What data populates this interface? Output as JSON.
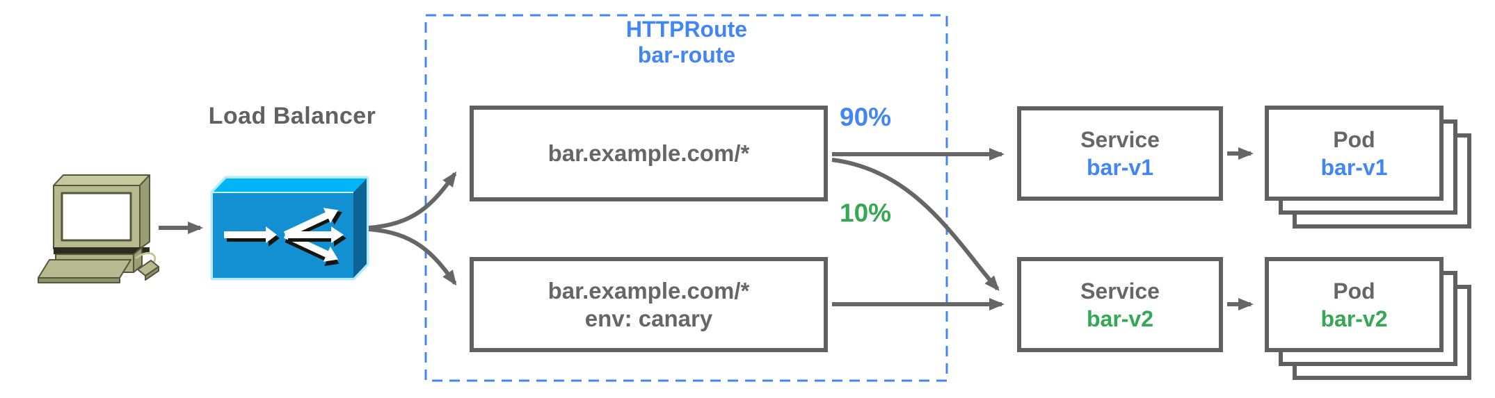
{
  "diagram_title_hint": "HTTPRoute traffic splitting",
  "client": {
    "icon": "desktop-computer-icon"
  },
  "load_balancer": {
    "label": "Load Balancer",
    "icon": "load-balancer-split-arrows-icon"
  },
  "httproute": {
    "kind": "HTTPRoute",
    "name": "bar-route",
    "match_primary": "bar.example.com/*",
    "match_canary_line1": "bar.example.com/*",
    "match_canary_line2": "env: canary",
    "weight_to_v1": "90%",
    "weight_to_v2": "10%"
  },
  "services": [
    {
      "kind": "Service",
      "name": "bar-v1"
    },
    {
      "kind": "Service",
      "name": "bar-v2"
    }
  ],
  "pods": [
    {
      "kind": "Pod",
      "name": "bar-v1"
    },
    {
      "kind": "Pod",
      "name": "bar-v2"
    }
  ],
  "colors": {
    "accent_blue": "#4285f4",
    "accent_green": "#34a853",
    "text_gray": "#666666",
    "border_gray": "#606060",
    "arrow_gray": "#666666",
    "lb_top": "#00b4f8",
    "lb_front": "#1290d2",
    "lb_side": "#0c6395"
  }
}
